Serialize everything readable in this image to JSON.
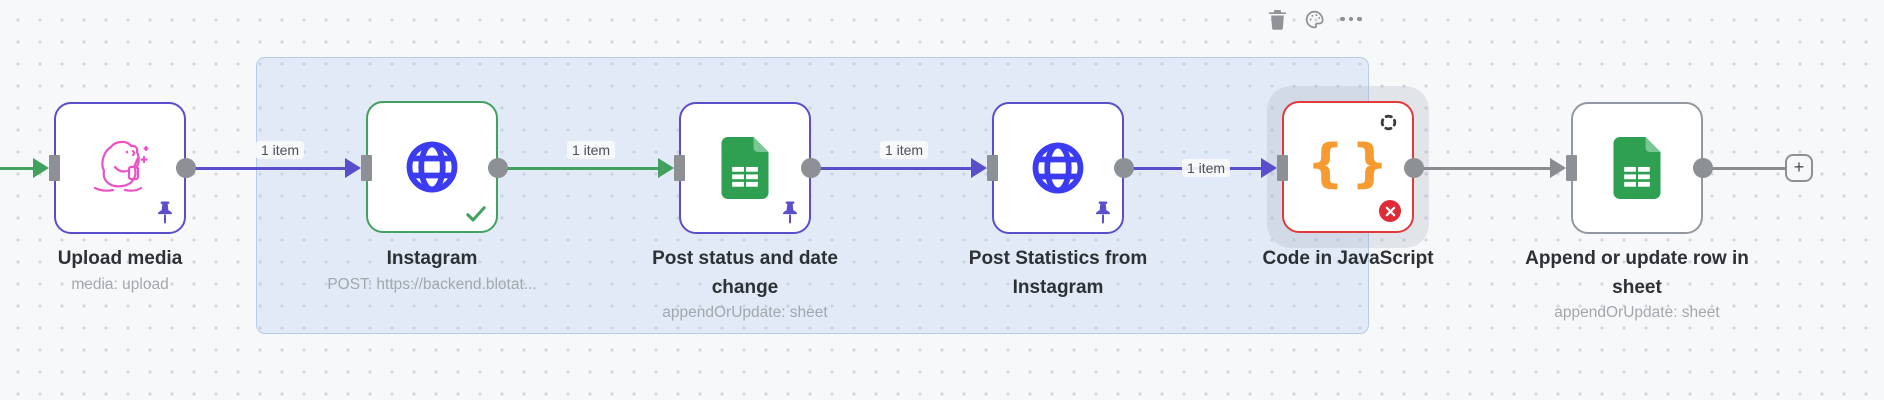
{
  "canvas": {
    "background": "#f7f8fa",
    "dot_color": "#d3d6db",
    "selection_fill": "rgba(183,206,240,0.33)"
  },
  "toolbar": {
    "icons": [
      "trash-icon",
      "palette-icon",
      "ellipsis-icon"
    ]
  },
  "colors": {
    "pinned_purple": "#5a4ecb",
    "success_green": "#42a15e",
    "error_red": "#e23a3a",
    "default_gray": "#9298a0",
    "connector_gray": "#8d9196",
    "globe_blue": "#3b3cf2",
    "sheets_green": "#2fa052",
    "braces_orange": "#f79b30",
    "capybara_pink": "#ec52c7"
  },
  "nodes": [
    {
      "title": "Upload media",
      "subtitle": "media: upload",
      "icon": "blotato-capybara-icon",
      "status": "pinned"
    },
    {
      "title": "Instagram",
      "subtitle": "POST: https://backend.blotat...",
      "icon": "globe-icon",
      "status": "success"
    },
    {
      "title": "Post status and date change",
      "subtitle": "appendOrUpdate: sheet",
      "icon": "google-sheets-icon",
      "status": "pinned"
    },
    {
      "title": "Post Statistics from Instagram",
      "subtitle": "",
      "icon": "globe-icon",
      "status": "pinned"
    },
    {
      "title": "Code in JavaScript",
      "subtitle": "",
      "icon": "code-braces-icon",
      "status": "error"
    },
    {
      "title": "Append or update row in sheet",
      "subtitle": "appendOrUpdate: sheet",
      "icon": "google-sheets-icon",
      "status": "idle"
    }
  ],
  "connections": [
    {
      "label": "1 item",
      "color": "purple"
    },
    {
      "label": "1 item",
      "color": "green"
    },
    {
      "label": "1 item",
      "color": "purple"
    },
    {
      "label": "1 item",
      "color": "purple"
    }
  ],
  "add_button": {
    "label": "+"
  }
}
